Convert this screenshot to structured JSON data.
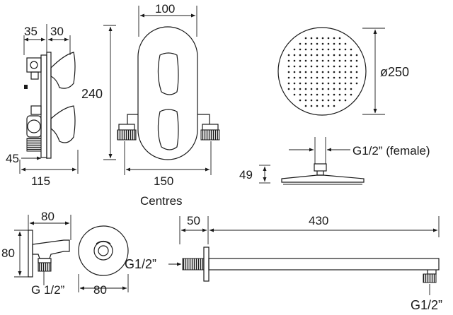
{
  "valve_side": {
    "dim_top_left": "35",
    "dim_top_right": "30",
    "dim_height": "240",
    "dim_bottom_offset": "45",
    "dim_depth": "115"
  },
  "valve_front": {
    "dim_width": "100",
    "dim_centres": "150",
    "centres_caption": "Centres"
  },
  "shower_head": {
    "dim_diameter": "ø250",
    "dim_connection": "G1/2” (female)",
    "dim_height": "49"
  },
  "wall_outlet": {
    "dim_length": "80",
    "dim_height": "80",
    "dim_thread": "G 1/2”",
    "dim_front_width": "80"
  },
  "shower_arm": {
    "dim_flange": "50",
    "dim_length": "430",
    "dim_thread_left": "G1/2”",
    "dim_thread_right": "G1/2”"
  }
}
